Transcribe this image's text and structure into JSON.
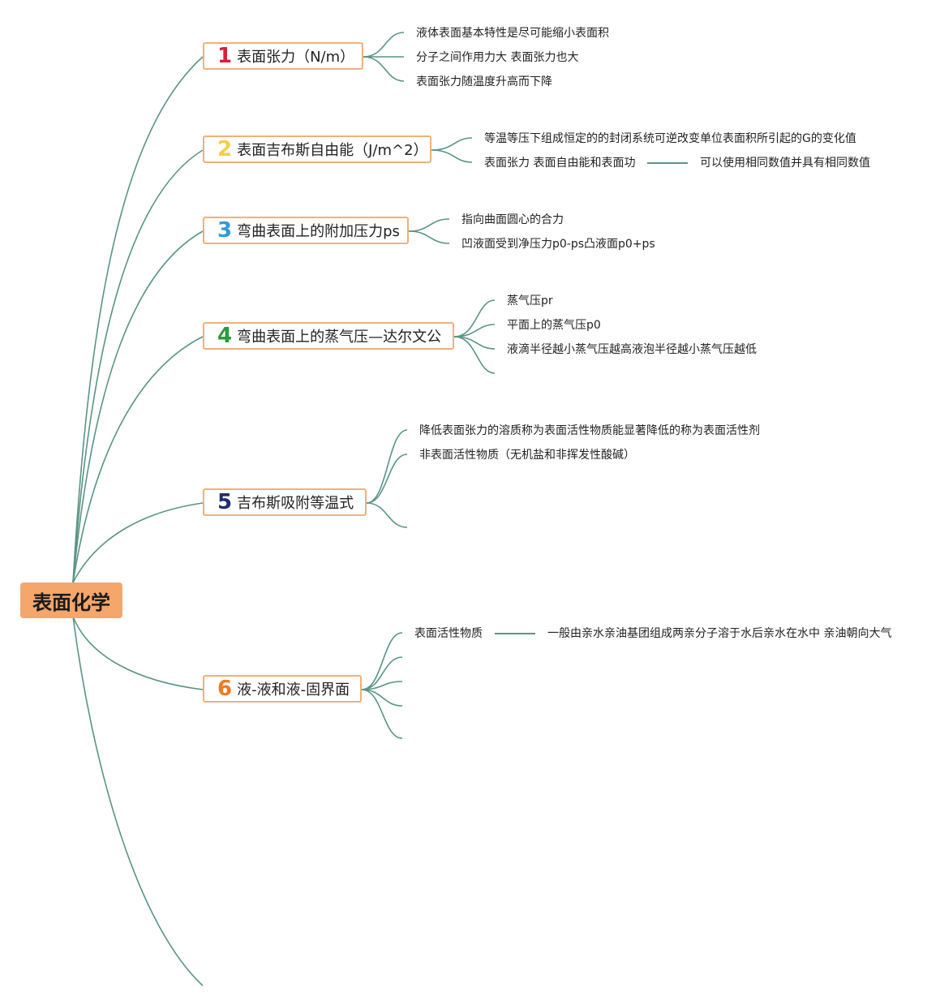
{
  "root": {
    "label": "表面化学"
  },
  "topics": [
    {
      "num": "1",
      "num_color": "#d6203b",
      "label": "表面张力（N/m）",
      "leaves": [
        "液体表面基本特性是尽可能缩小表面积",
        "分子之间作用力大 表面张力也大",
        "表面张力随温度升高而下降"
      ]
    },
    {
      "num": "2",
      "num_color": "#f1cf4a",
      "label": "表面吉布斯自由能（J/m^2）",
      "leaves": [
        "等温等压下组成恒定的的封闭系统可逆改变单位表面积所引起的G的变化值",
        "表面张力 表面自由能和表面功"
      ],
      "leaf_extra": "可以使用相同数值并具有相同数值"
    },
    {
      "num": "3",
      "num_color": "#2e9bd6",
      "label": "弯曲表面上的附加压力ps",
      "leaves": [
        "指向曲面圆心的合力",
        "凹液面受到净压力p0-ps凸液面p0+ps"
      ]
    },
    {
      "num": "4",
      "num_color": "#2a9a3c",
      "label": "弯曲表面上的蒸气压—达尔文公",
      "leaves": [
        "蒸气压pr",
        "平面上的蒸气压p0",
        "液滴半径越小蒸气压越高液泡半径越小蒸气压越低"
      ]
    },
    {
      "num": "5",
      "num_color": "#1f2d6e",
      "label": "吉布斯吸附等温式",
      "leaves": [
        "降低表面张力的溶质称为表面活性物质能显著降低的称为表面活性剂",
        "非表面活性物质（无机盐和非挥发性酸碱）"
      ]
    },
    {
      "num": "6",
      "num_color": "#ef7a1f",
      "label": "液-液和液-固界面",
      "leaves": [
        "表面活性物质"
      ],
      "leaf_extra": "一般由亲水亲油基团组成两亲分子溶于水后亲水在水中 亲油朝向大气"
    }
  ]
}
